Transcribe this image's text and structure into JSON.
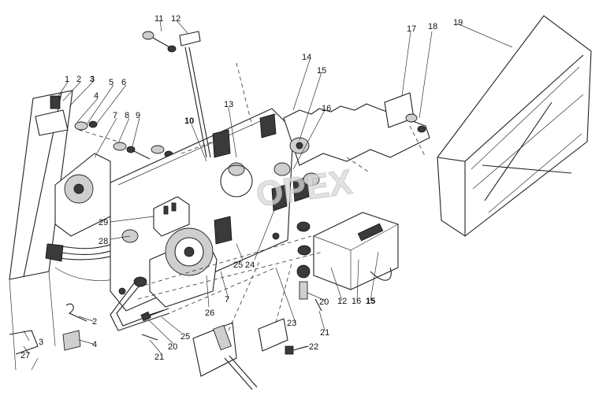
{
  "diagram": {
    "callouts": [
      "1",
      "2",
      "3",
      "4",
      "5",
      "6",
      "7",
      "8",
      "9",
      "10",
      "11",
      "12",
      "13",
      "14",
      "15",
      "16",
      "17",
      "18",
      "19",
      "20",
      "21",
      "22",
      "23",
      "24",
      "25",
      "26",
      "27",
      "28",
      "29"
    ],
    "extra_callouts": {
      "c2b": "2",
      "c3b": "3",
      "c4b": "4",
      "c7b": "7",
      "c12b": "12",
      "c15b": "15",
      "c16b": "16",
      "c20b": "20",
      "c21b": "21"
    }
  },
  "watermark": {
    "text": "OPEX"
  }
}
